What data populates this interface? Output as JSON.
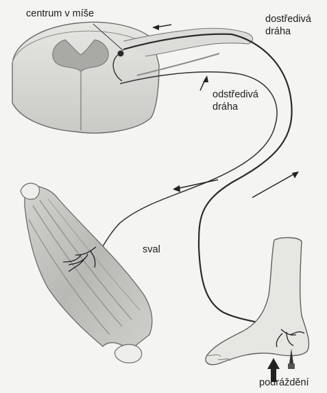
{
  "labels": {
    "center": "centrum v míše",
    "afferent_1": "dostředivá",
    "afferent_2": "dráha",
    "efferent_1": "odstředivá",
    "efferent_2": "dráha",
    "muscle": "sval",
    "stimulus": "podráždění"
  },
  "colors": {
    "background": "#f4f4f2",
    "ink": "#1c1c1c",
    "tissue": "#d9d9d6",
    "nerve": "#2a2a2a"
  }
}
